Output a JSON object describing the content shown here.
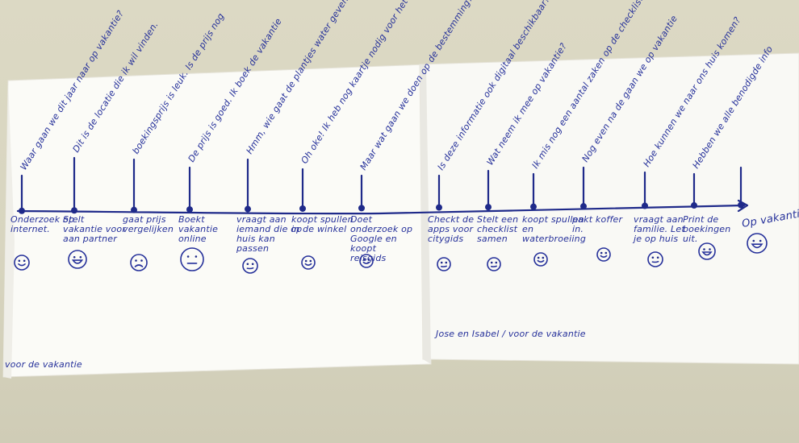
{
  "sheets": {
    "left": {
      "corner_label": "voor de vakantie",
      "questions": [
        "Waar gaan we dit jaar naar op vakantie?",
        "Dit is de locatie die ik wil vinden.",
        "boekingsprijs is leuk. Is de prijs nog",
        "De prijs is goed. Ik boek de vakantie",
        "Hmm, wie gaat de plantjes water geven",
        "Oh oke! Ik heb nog kaartje nodig voor het toeristenland nodig.",
        "Maar wat gaan we doen op de bestemming?"
      ],
      "steps": [
        "Onderzoek op internet.",
        "Stelt vakantie voor aan partner",
        "gaat prijs vergelijken",
        "Boekt vakantie online",
        "vraagt aan iemand die op huis kan passen",
        "koopt spullen in de winkel",
        "Doet onderzoek op Google en koopt reisgids"
      ],
      "faces": [
        "smile",
        "grin",
        "frown",
        "neutral",
        "meh",
        "smile",
        "smile"
      ]
    },
    "right": {
      "signature": "Jose en Isabel / voor de vakantie",
      "final_label": "Op vakantie!",
      "questions": [
        "Is deze informatie ook digitaal beschikbaar?",
        "Wat neem ik mee op vakantie?",
        "Ik mis nog een aantal zaken op de checklist.",
        "Nog even na de gaan we op vakantie",
        "Hoe kunnen we naar ons huis komen?",
        "Hebben we alle benodigde info"
      ],
      "steps": [
        "Checkt de apps voor citygids",
        "Stelt een checklist samen",
        "koopt spullen en waterbroeiing",
        "pakt koffer in.",
        "vraagt aan familie. Let je op huis",
        "Print de boekingen uit."
      ],
      "faces": [
        "meh",
        "meh",
        "smile",
        "smile",
        "meh",
        "grin",
        "grin"
      ]
    }
  },
  "colors": {
    "ink": "#1f2a8a",
    "paper": "#fbfbf8",
    "wall": "#d8d5c0"
  }
}
